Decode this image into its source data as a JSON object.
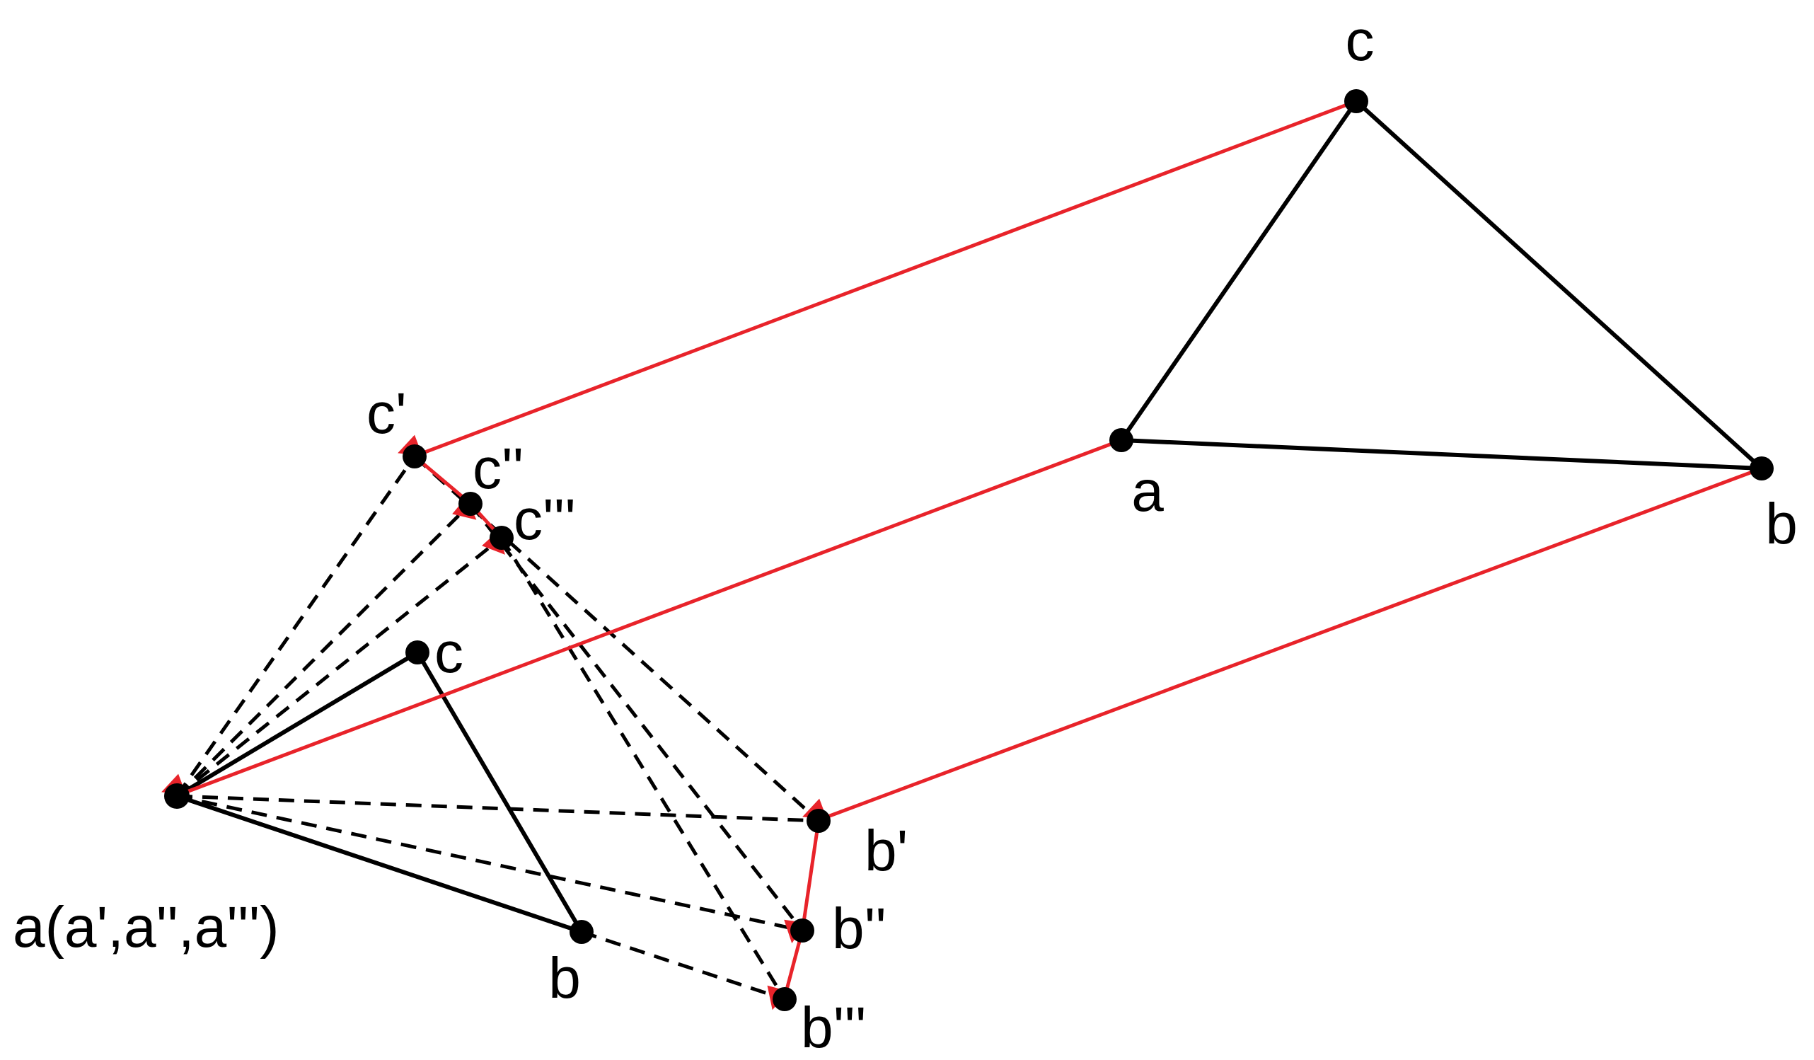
{
  "colors": {
    "projection": "#e8232a",
    "line": "#000000",
    "background": "#ffffff"
  },
  "labels": {
    "big_c": "c",
    "big_a": "a",
    "big_b": "b",
    "c1": "c'",
    "c2": "c''",
    "c3": "c'''",
    "small_c": "c",
    "b1": "b'",
    "b2": "b''",
    "b3": "b'''",
    "small_b": "b",
    "a_combined": "a(a',a'',a''')"
  }
}
